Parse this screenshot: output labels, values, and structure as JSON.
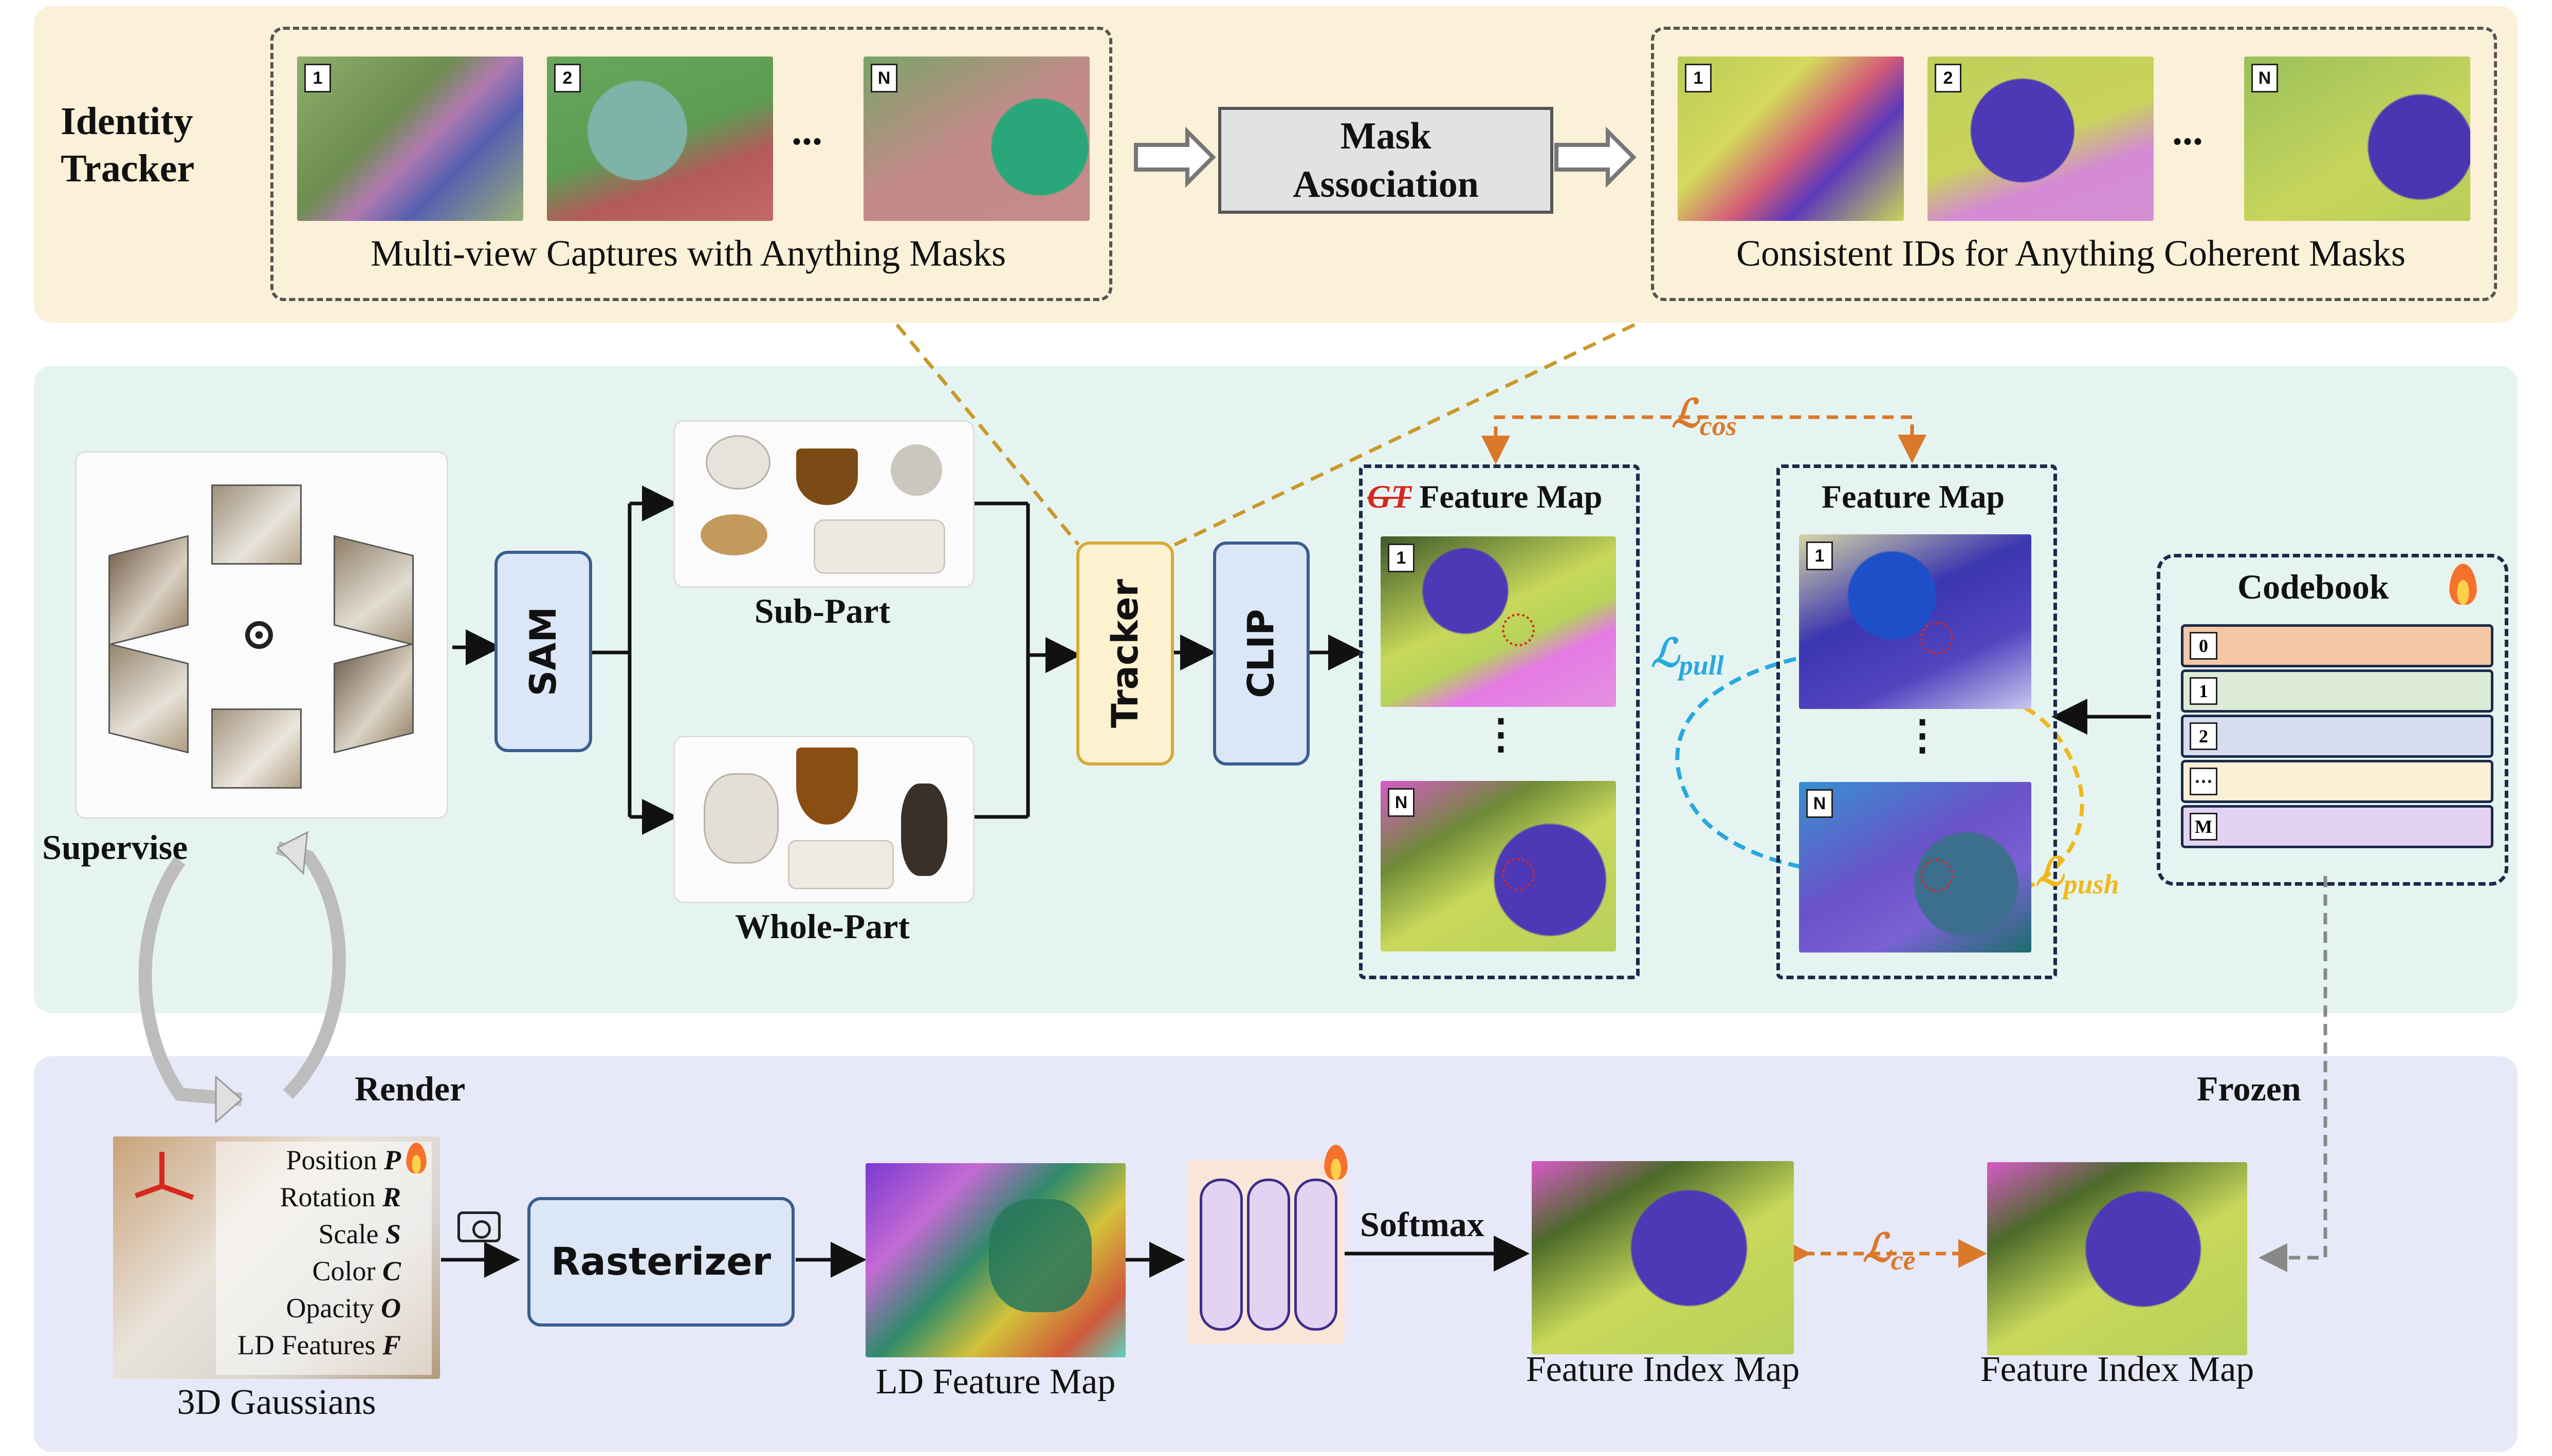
{
  "colors": {
    "identity_bg": "#fbf0d8",
    "training_bg": "#e6f4f1",
    "render_bg": "#e7e8f8",
    "loss_orange": "#d9792a",
    "pull_blue": "#28a9de",
    "push_yellow": "#f0b81c",
    "sam_fill": "#dbe6f6",
    "sam_border": "#3b5d8f",
    "tracker_fill": "#fdf2d0",
    "tracker_border": "#d6a93a",
    "gt_red": "#d6281f"
  },
  "identity_tracker": {
    "title_line1": "Identity",
    "title_line2": "Tracker",
    "captures_caption": "Multi-view Captures with Anything Masks",
    "consistent_caption": "Consistent IDs for Anything Coherent Masks",
    "mask_assoc_line1": "Mask",
    "mask_assoc_line2": "Association",
    "tags": [
      "1",
      "2",
      "N"
    ],
    "ellipsis": "..."
  },
  "training": {
    "supervise": "Supervise",
    "sam": "SAM",
    "sub_part": "Sub-Part",
    "whole_part": "Whole-Part",
    "tracker": "Tracker",
    "clip": "CLIP",
    "gt_prefix": "GT",
    "gt_feature_map": "Feature Map",
    "feature_map": "Feature Map",
    "loss_cos_sym": "ℒ",
    "loss_cos_sub": "cos",
    "loss_pull_sym": "ℒ",
    "loss_pull_sub": "pull",
    "loss_push_sym": "ℒ",
    "loss_push_sub": "push",
    "codebook": "Codebook",
    "codebook_rows": [
      "0",
      "1",
      "2",
      "···",
      "M"
    ],
    "codebook_row_colors": [
      "#f4c8a6",
      "#dcebd6",
      "#d8dcef",
      "#fbefd6",
      "#e4d2f3"
    ],
    "frozen": "Frozen",
    "vdots": "⋮",
    "tags": [
      "1",
      "N"
    ]
  },
  "render": {
    "render_label": "Render",
    "gaussians_caption": "3D Gaussians",
    "attributes": [
      {
        "name": "Position",
        "sym": "P"
      },
      {
        "name": "Rotation",
        "sym": "R"
      },
      {
        "name": "Scale",
        "sym": "S"
      },
      {
        "name": "Color",
        "sym": "C"
      },
      {
        "name": "Opacity",
        "sym": "O"
      },
      {
        "name": "LD Features",
        "sym": "F"
      }
    ],
    "rasterizer": "Rasterizer",
    "ld_feature_map": "LD Feature Map",
    "softmax": "Softmax",
    "feature_index_map_1": "Feature Index Map",
    "feature_index_map_2": "Feature Index Map",
    "loss_ce_sym": "ℒ",
    "loss_ce_sub": "ce"
  }
}
